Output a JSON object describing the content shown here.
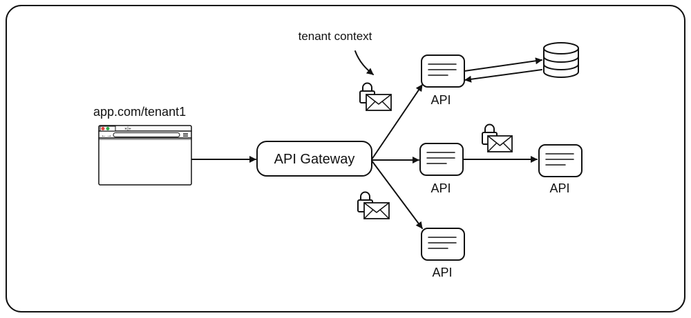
{
  "diagram": {
    "browser_url": "app.com/tenant1",
    "gateway_label": "API Gateway",
    "annotation": "tenant context",
    "api_top": "API",
    "api_middle": "API",
    "api_bottom": "API",
    "api_downstream": "API",
    "browser_tab_close": "×|+"
  },
  "icons": {
    "database": "database-icon",
    "envelope": "envelope-icon",
    "lock": "lock-icon",
    "api_document": "api-document-icon"
  },
  "colors": {
    "stroke": "#111111",
    "background": "#ffffff",
    "browser_dot_red": "#e0443e",
    "browser_dot_green": "#2eaa4a"
  }
}
